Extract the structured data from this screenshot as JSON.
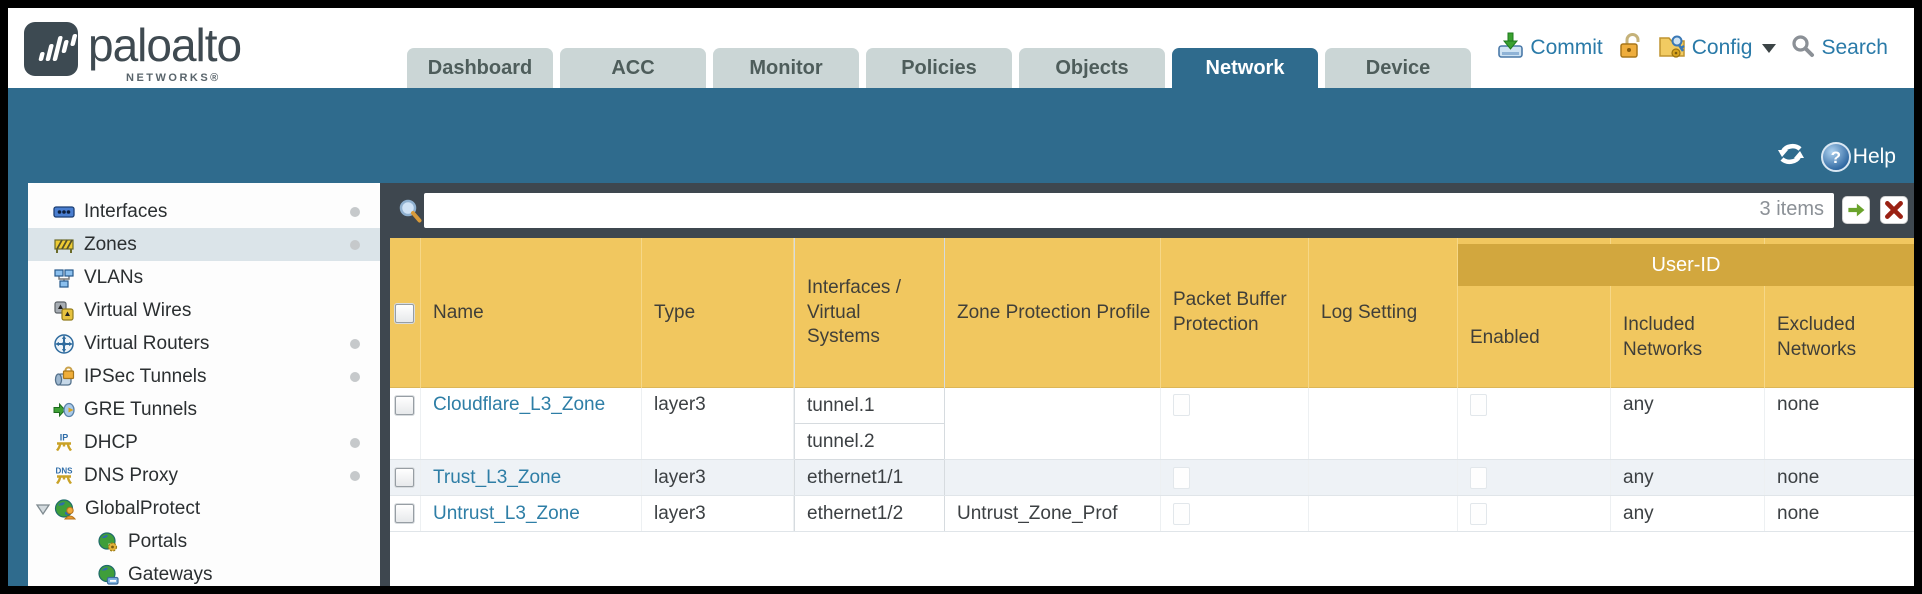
{
  "brand": {
    "name": "paloalto",
    "subtitle": "NETWORKS®"
  },
  "header": {
    "tabs": [
      {
        "label": "Dashboard",
        "active": false
      },
      {
        "label": "ACC",
        "active": false
      },
      {
        "label": "Monitor",
        "active": false
      },
      {
        "label": "Policies",
        "active": false
      },
      {
        "label": "Objects",
        "active": false
      },
      {
        "label": "Network",
        "active": true
      },
      {
        "label": "Device",
        "active": false
      }
    ],
    "actions": {
      "commit": "Commit",
      "config": "Config",
      "search": "Search"
    }
  },
  "toolbar": {
    "help_label": "Help"
  },
  "sidebar": {
    "items": [
      {
        "label": "Interfaces",
        "has_dot": true,
        "selected": false
      },
      {
        "label": "Zones",
        "has_dot": true,
        "selected": true
      },
      {
        "label": "VLANs",
        "has_dot": false,
        "selected": false
      },
      {
        "label": "Virtual Wires",
        "has_dot": false,
        "selected": false
      },
      {
        "label": "Virtual Routers",
        "has_dot": true,
        "selected": false
      },
      {
        "label": "IPSec Tunnels",
        "has_dot": true,
        "selected": false
      },
      {
        "label": "GRE Tunnels",
        "has_dot": false,
        "selected": false
      },
      {
        "label": "DHCP",
        "has_dot": true,
        "selected": false
      },
      {
        "label": "DNS Proxy",
        "has_dot": true,
        "selected": false
      },
      {
        "label": "GlobalProtect",
        "has_dot": false,
        "selected": false,
        "expanded": true
      },
      {
        "label": "Portals",
        "has_dot": false,
        "selected": false,
        "child": true
      },
      {
        "label": "Gateways",
        "has_dot": false,
        "selected": false,
        "child": true
      }
    ]
  },
  "filter": {
    "value": "",
    "items_count": "3 items"
  },
  "table": {
    "user_id_group": "User-ID",
    "columns": [
      "Name",
      "Type",
      "Interfaces / Virtual Systems",
      "Zone Protection Profile",
      "Packet Buffer Protection",
      "Log Setting",
      "Enabled",
      "Included Networks",
      "Excluded Networks"
    ],
    "rows": [
      {
        "name": "Cloudflare_L3_Zone",
        "type": "layer3",
        "interfaces": [
          "tunnel.1",
          "tunnel.2"
        ],
        "zone_protection_profile": "",
        "packet_buffer_protection_checked": false,
        "log_setting": "",
        "enabled_checked": false,
        "included_networks": "any",
        "excluded_networks": "none"
      },
      {
        "name": "Trust_L3_Zone",
        "type": "layer3",
        "interfaces": [
          "ethernet1/1"
        ],
        "zone_protection_profile": "",
        "packet_buffer_protection_checked": false,
        "log_setting": "",
        "enabled_checked": false,
        "included_networks": "any",
        "excluded_networks": "none"
      },
      {
        "name": "Untrust_L3_Zone",
        "type": "layer3",
        "interfaces": [
          "ethernet1/2"
        ],
        "zone_protection_profile": "Untrust_Zone_Prof",
        "packet_buffer_protection_checked": false,
        "log_setting": "",
        "enabled_checked": false,
        "included_networks": "any",
        "excluded_networks": "none"
      }
    ]
  },
  "colors": {
    "accent_teal": "#2f6b8d",
    "slate": "#3e474f",
    "header_orange": "#f1c75f",
    "user_id_band": "#d2a73e",
    "link": "#2e7ea6",
    "row_alt": "#eef2f6"
  },
  "icons": {
    "paloalto-logo-icon": "waveform-bars",
    "commit-icon": "green-arrow-into-blue-tray",
    "lock-icon": "gold-open-padlock",
    "config-icon": "folder-with-key",
    "search-icon": "gray-magnifier",
    "refresh-icon": "white-circular-arrows",
    "help-icon": "blue-circle-question",
    "filter-search-icon": "blue-magnifier-orange-handle",
    "go-button-icon": "green-right-arrow",
    "clear-button-icon": "dark-red-x"
  }
}
